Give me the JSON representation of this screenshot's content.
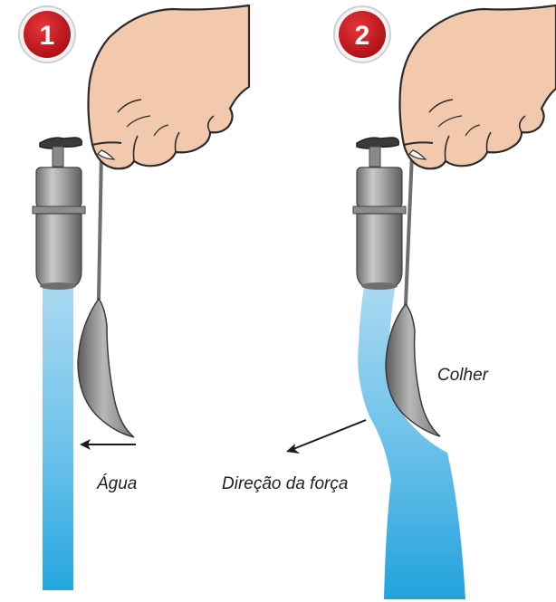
{
  "panels": [
    {
      "number": "1"
    },
    {
      "number": "2"
    }
  ],
  "labels": {
    "water": "Água",
    "force_direction": "Direção da força",
    "spoon": "Colher"
  },
  "colors": {
    "badge": "#c3161c",
    "water_light": "#a8d8f0",
    "water_dark": "#2aa8dd",
    "skin": "#f2c9ad",
    "outline": "#2b2b2b",
    "metal": "#9a9a9a"
  }
}
